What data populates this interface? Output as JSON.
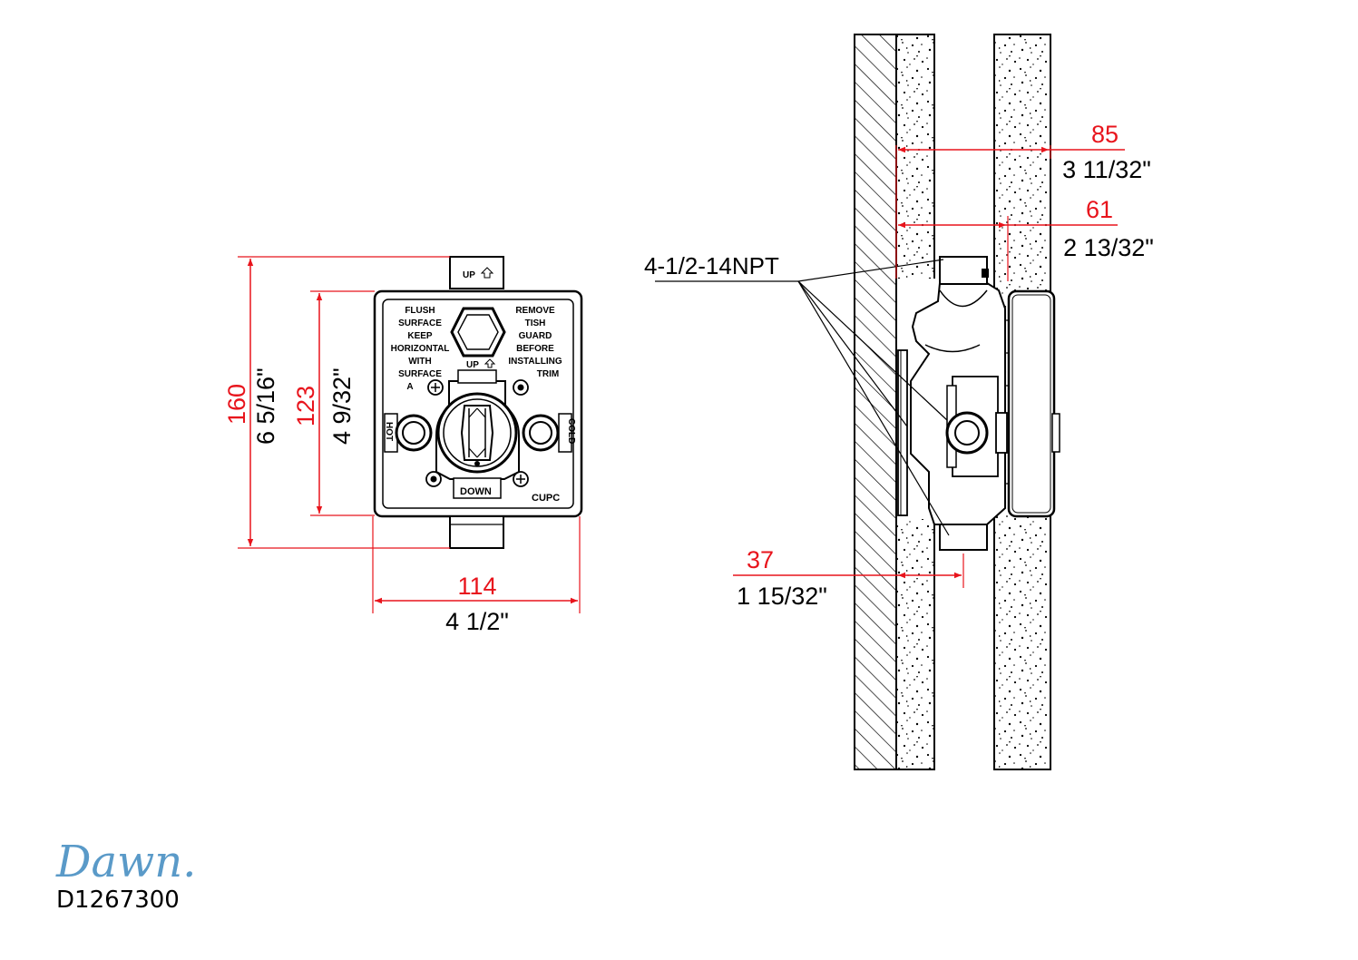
{
  "front_view": {
    "height_mm": "160",
    "height_in": "6 5/16\"",
    "body_height_mm": "123",
    "body_height_in": "4 9/32\"",
    "width_mm": "114",
    "width_in": "4 1/2\"",
    "label_up_top": "UP",
    "label_up_inner": "UP",
    "label_down": "DOWN",
    "label_cupc": "CUPC",
    "label_hot": "HOT",
    "label_cold": "COLD",
    "left_note": [
      "FLUSH",
      "SURFACE",
      "KEEP",
      "HORIZONTAL",
      "WITH",
      "SURFACE",
      "A"
    ],
    "right_note": [
      "REMOVE",
      "TISH",
      "GUARD",
      "BEFORE",
      "INSTALLING",
      "TRIM"
    ]
  },
  "side_view": {
    "dim_85_mm": "85",
    "dim_85_in": "3 11/32\"",
    "dim_61_mm": "61",
    "dim_61_in": "2 13/32\"",
    "dim_37_mm": "37",
    "dim_37_in": "1 15/32\"",
    "thread_callout": "4-1/2-14NPT"
  },
  "brand": {
    "logo": "Dawn.",
    "model": "D1267300"
  },
  "colors": {
    "dimension": "#e8141c",
    "line": "#000000",
    "logo": "#5a9ac8"
  }
}
